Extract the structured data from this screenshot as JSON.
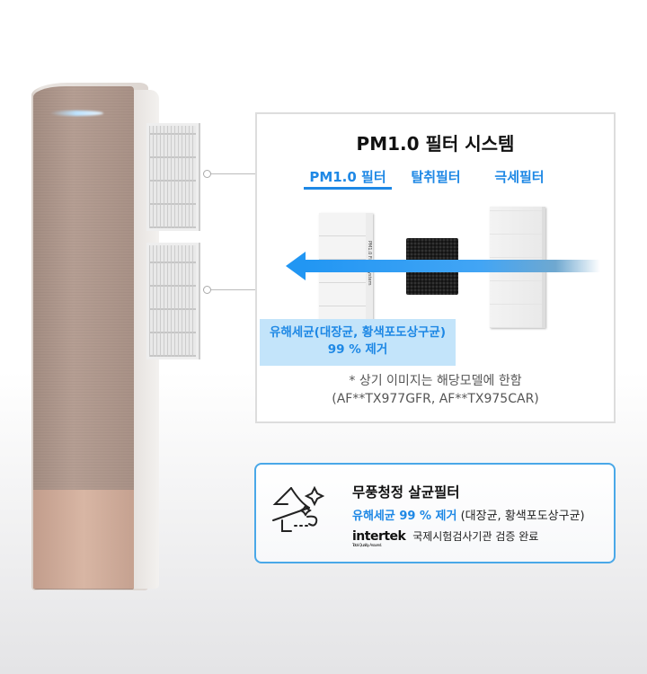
{
  "system": {
    "title": "PM1.0 필터 시스템",
    "tabs": [
      "PM1.0 필터",
      "탈취필터",
      "극세필터"
    ],
    "active_tab": 0,
    "highlight": {
      "line1": "유해세균(대장균, 황색포도상구균)",
      "line2": "99 % 제거"
    },
    "note": {
      "line1": "* 상기 이미지는 해당모델에 한함",
      "line2": "(AF**TX977GFR, AF**TX975CAR)"
    },
    "filter_label": "PM1.0 Filter System"
  },
  "card": {
    "icon": "sterilizing-wind-icon",
    "title": "무풍청정 살균필터",
    "highlight": "유해세균 99 % 제거",
    "detail": "(대장균, 황색포도상구균)",
    "logo": "intertek",
    "logo_tagline": "Total Quality. Assured.",
    "certification": "국제시험검사기관 검증 완료"
  },
  "colors": {
    "accent": "#1e88e5",
    "highlight_bg": "#c3e4fa",
    "card_border": "#4aa8e8"
  }
}
